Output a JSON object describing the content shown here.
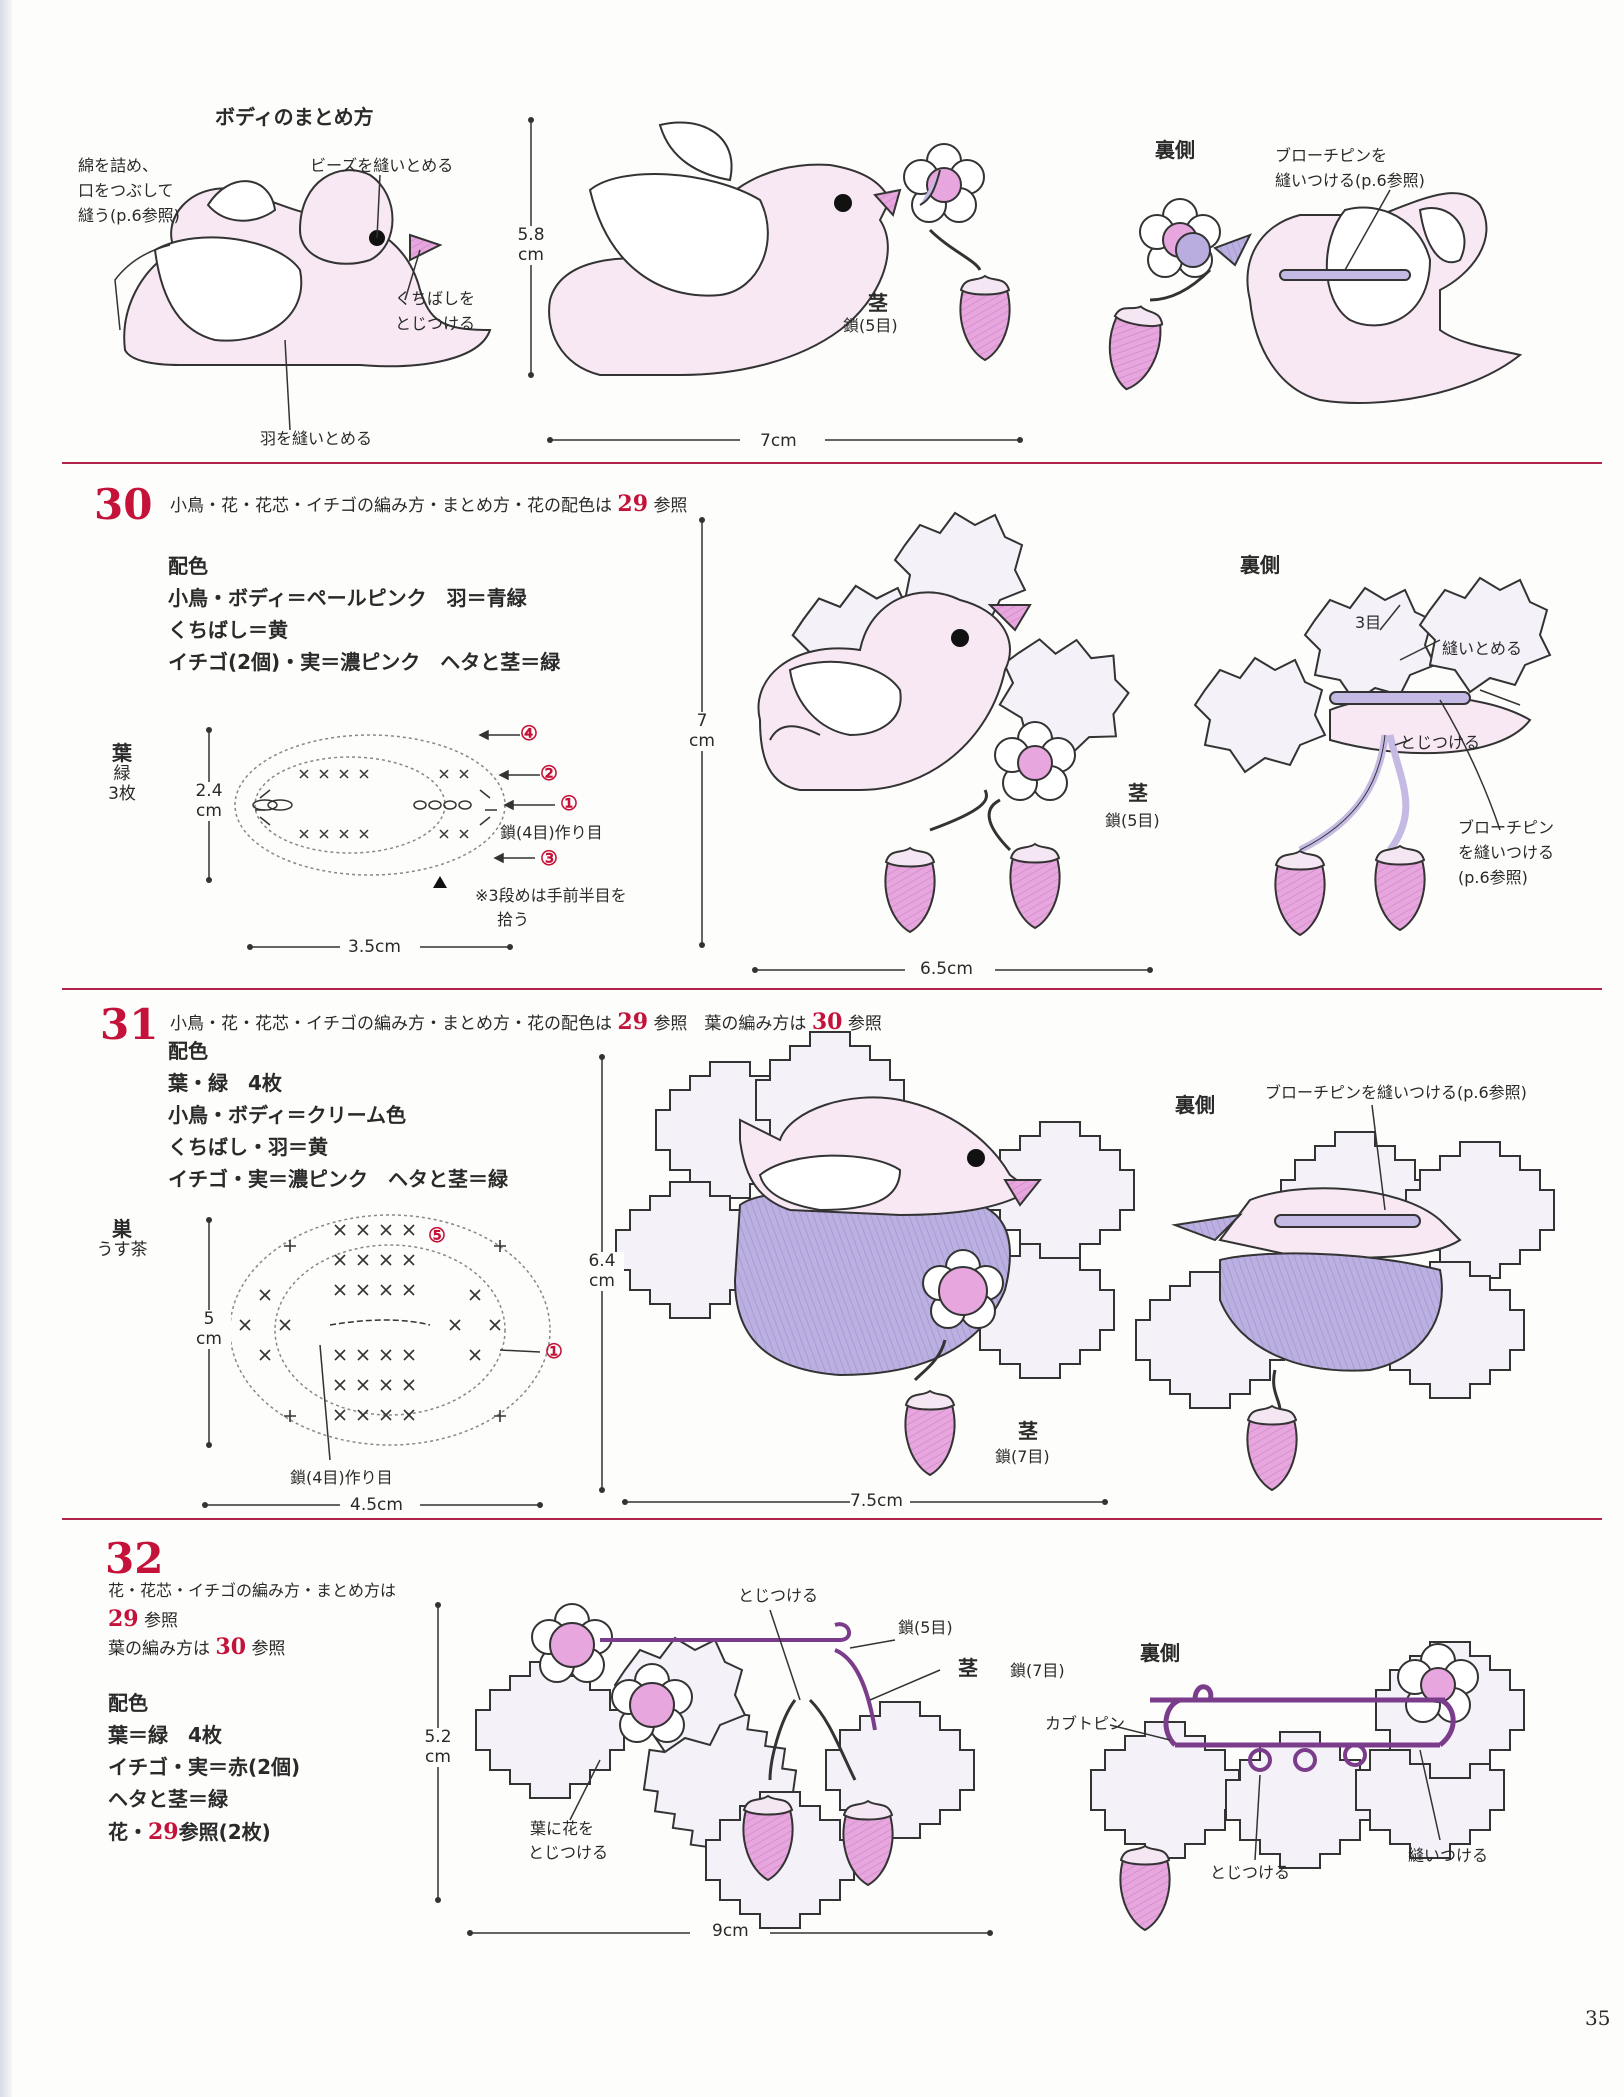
{
  "page_number": "35",
  "colors": {
    "accent": "#c4123a",
    "pink": "#e9a8df",
    "light_pink": "#f7e8f3",
    "lavender": "#b9addf",
    "outline": "#333333"
  },
  "top": {
    "title": "ボディのまとめ方",
    "stuff_note": [
      "綿を詰め、",
      "口をつぶして",
      "縫う(p.6参照)"
    ],
    "bead_note": "ビーズを縫いとめる",
    "beak_note": [
      "くちばしを",
      "とじつける"
    ],
    "wing_note": "羽を縫いとめる",
    "height": [
      "5.8",
      "cm"
    ],
    "stem_label": "茎",
    "stem_sub": "鎖(5目)",
    "width": "7cm",
    "back_label": "裏側",
    "brooch_note": [
      "ブローチピンを",
      "縫いつける(p.6参照)"
    ]
  },
  "s30": {
    "number": "30",
    "head_a": "小鳥・花・花芯・イチゴの編み方・まとめ方・花の配色は",
    "head_ref": "29",
    "head_b": "参照",
    "colors_title": "配色",
    "line1": "小鳥・ボディ＝ペールピンク　羽＝青緑",
    "line2": "くちばし＝黄",
    "line3": "イチゴ(2個)・実＝濃ピンク　ヘタと茎＝緑",
    "leaf_label": [
      "葉",
      "緑",
      "3枚"
    ],
    "leaf_h": [
      "2.4",
      "cm"
    ],
    "leaf_w": "3.5cm",
    "r4": "④",
    "r2": "②",
    "r1": "①",
    "r3": "③",
    "chain_note": "鎖(4目)作り目",
    "row3_note": [
      "※3段めは手前半目を",
      "拾う"
    ],
    "height": [
      "7",
      "cm"
    ],
    "width": "6.5cm",
    "stem_label": "茎",
    "stem_sub": "鎖(5目)",
    "back_label": "裏側",
    "back_3": "3目",
    "back_sew": "縫いとめる",
    "back_join": "とじつける",
    "brooch_note": [
      "ブローチピン",
      "を縫いつける",
      "(p.6参照)"
    ]
  },
  "s31": {
    "number": "31",
    "head_a": "小鳥・花・花芯・イチゴの編み方・まとめ方・花の配色は",
    "head_ref": "29",
    "head_b": "参照　葉の編み方は",
    "head_ref2": "30",
    "head_c": "参照",
    "colors_title": "配色",
    "line1": "葉・緑　4枚",
    "line2": "小鳥・ボディ＝クリーム色",
    "line3": "くちばし・羽＝黄",
    "line4": "イチゴ・実＝濃ピンク　ヘタと茎＝緑",
    "nest_label": [
      "巣",
      "うす茶"
    ],
    "nest_h": [
      "5",
      "cm"
    ],
    "nest_w": "4.5cm",
    "chain_note": "鎖(4目)作り目",
    "r5": "⑤",
    "r1": "①",
    "height": [
      "6.4",
      "cm"
    ],
    "width": "7.5cm",
    "stem_label": "茎",
    "stem_sub": "鎖(7目)",
    "back_label": "裏側",
    "brooch_note": "ブローチピンを縫いつける(p.6参照)"
  },
  "s32": {
    "number": "32",
    "head_a": "花・花芯・イチゴの編み方・まとめ方は",
    "head_ref": "29",
    "head_b": "参照",
    "head_c": "葉の編み方は",
    "head_ref2": "30",
    "head_d": "参照",
    "colors_title": "配色",
    "line1": "葉＝緑　4枚",
    "line2": "イチゴ・実＝赤(2個)",
    "line3": "ヘタと茎＝緑",
    "line4_a": "花・",
    "line4_ref": "29",
    "line4_b": "参照(2枚)",
    "join_top": "とじつける",
    "chain5": "鎖(5目)",
    "stem_label": "茎",
    "chain7": "鎖(7目)",
    "leaf_flower": [
      "葉に花を",
      "とじつける"
    ],
    "height": [
      "5.2",
      "cm"
    ],
    "width": "9cm",
    "back_label": "裏側",
    "kabuto": "カブトピン",
    "back_join": "とじつける",
    "back_sew": "縫いつける"
  }
}
